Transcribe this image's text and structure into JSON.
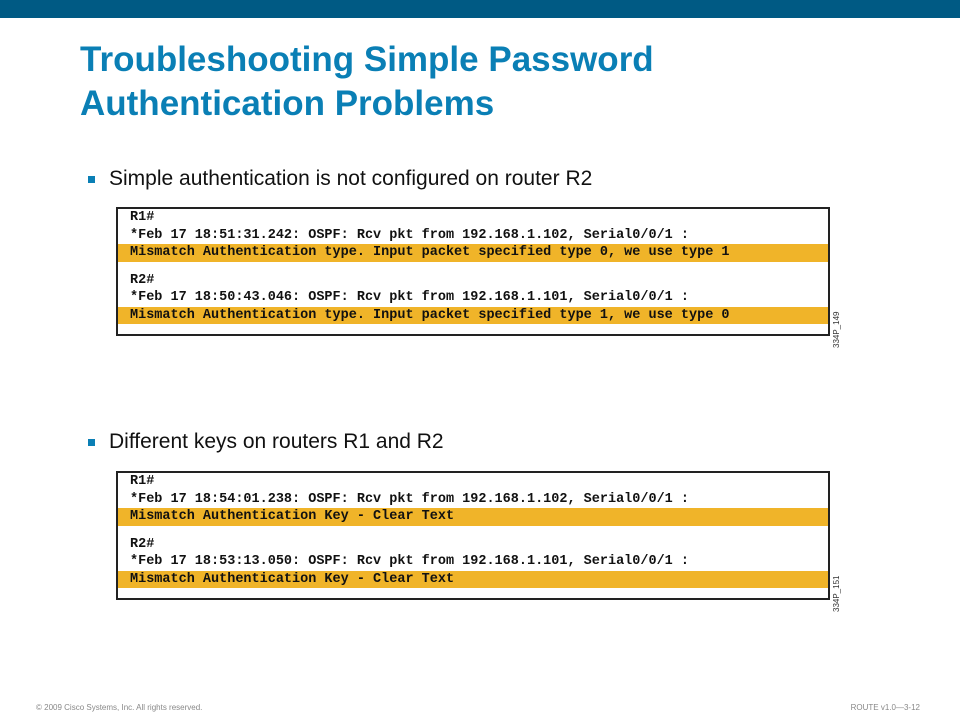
{
  "title_line1": "Troubleshooting Simple Password",
  "title_line2": "Authentication Problems",
  "bullets": [
    "Simple authentication is not configured on router R2",
    "Different keys on routers R1 and R2"
  ],
  "terminal1": {
    "r1_prompt": "R1#",
    "r1_log": "*Feb 17 18:51:31.242: OSPF: Rcv pkt from 192.168.1.102, Serial0/0/1 :",
    "r1_msg": "Mismatch Authentication type. Input packet specified type 0, we use type 1",
    "r2_prompt": "R2#",
    "r2_log": "*Feb 17 18:50:43.046: OSPF: Rcv pkt from 192.168.1.101, Serial0/0/1 :",
    "r2_msg": "Mismatch Authentication type. Input packet specified type 1, we use type 0",
    "figure_id": "334P_149"
  },
  "terminal2": {
    "r1_prompt": "R1#",
    "r1_log": "*Feb 17 18:54:01.238: OSPF: Rcv pkt from 192.168.1.102, Serial0/0/1 :",
    "r1_msg": "Mismatch Authentication Key - Clear Text",
    "r2_prompt": "R2#",
    "r2_log": "*Feb 17 18:53:13.050: OSPF: Rcv pkt from 192.168.1.101, Serial0/0/1 :",
    "r2_msg": "Mismatch Authentication Key - Clear Text",
    "figure_id": "334P_151"
  },
  "footer_left": "© 2009 Cisco Systems, Inc. All rights reserved.",
  "footer_right": "ROUTE v1.0—3-12",
  "colors": {
    "header_bar": "#005a84",
    "title": "#0a7fb5",
    "highlight": "#f0b429"
  }
}
